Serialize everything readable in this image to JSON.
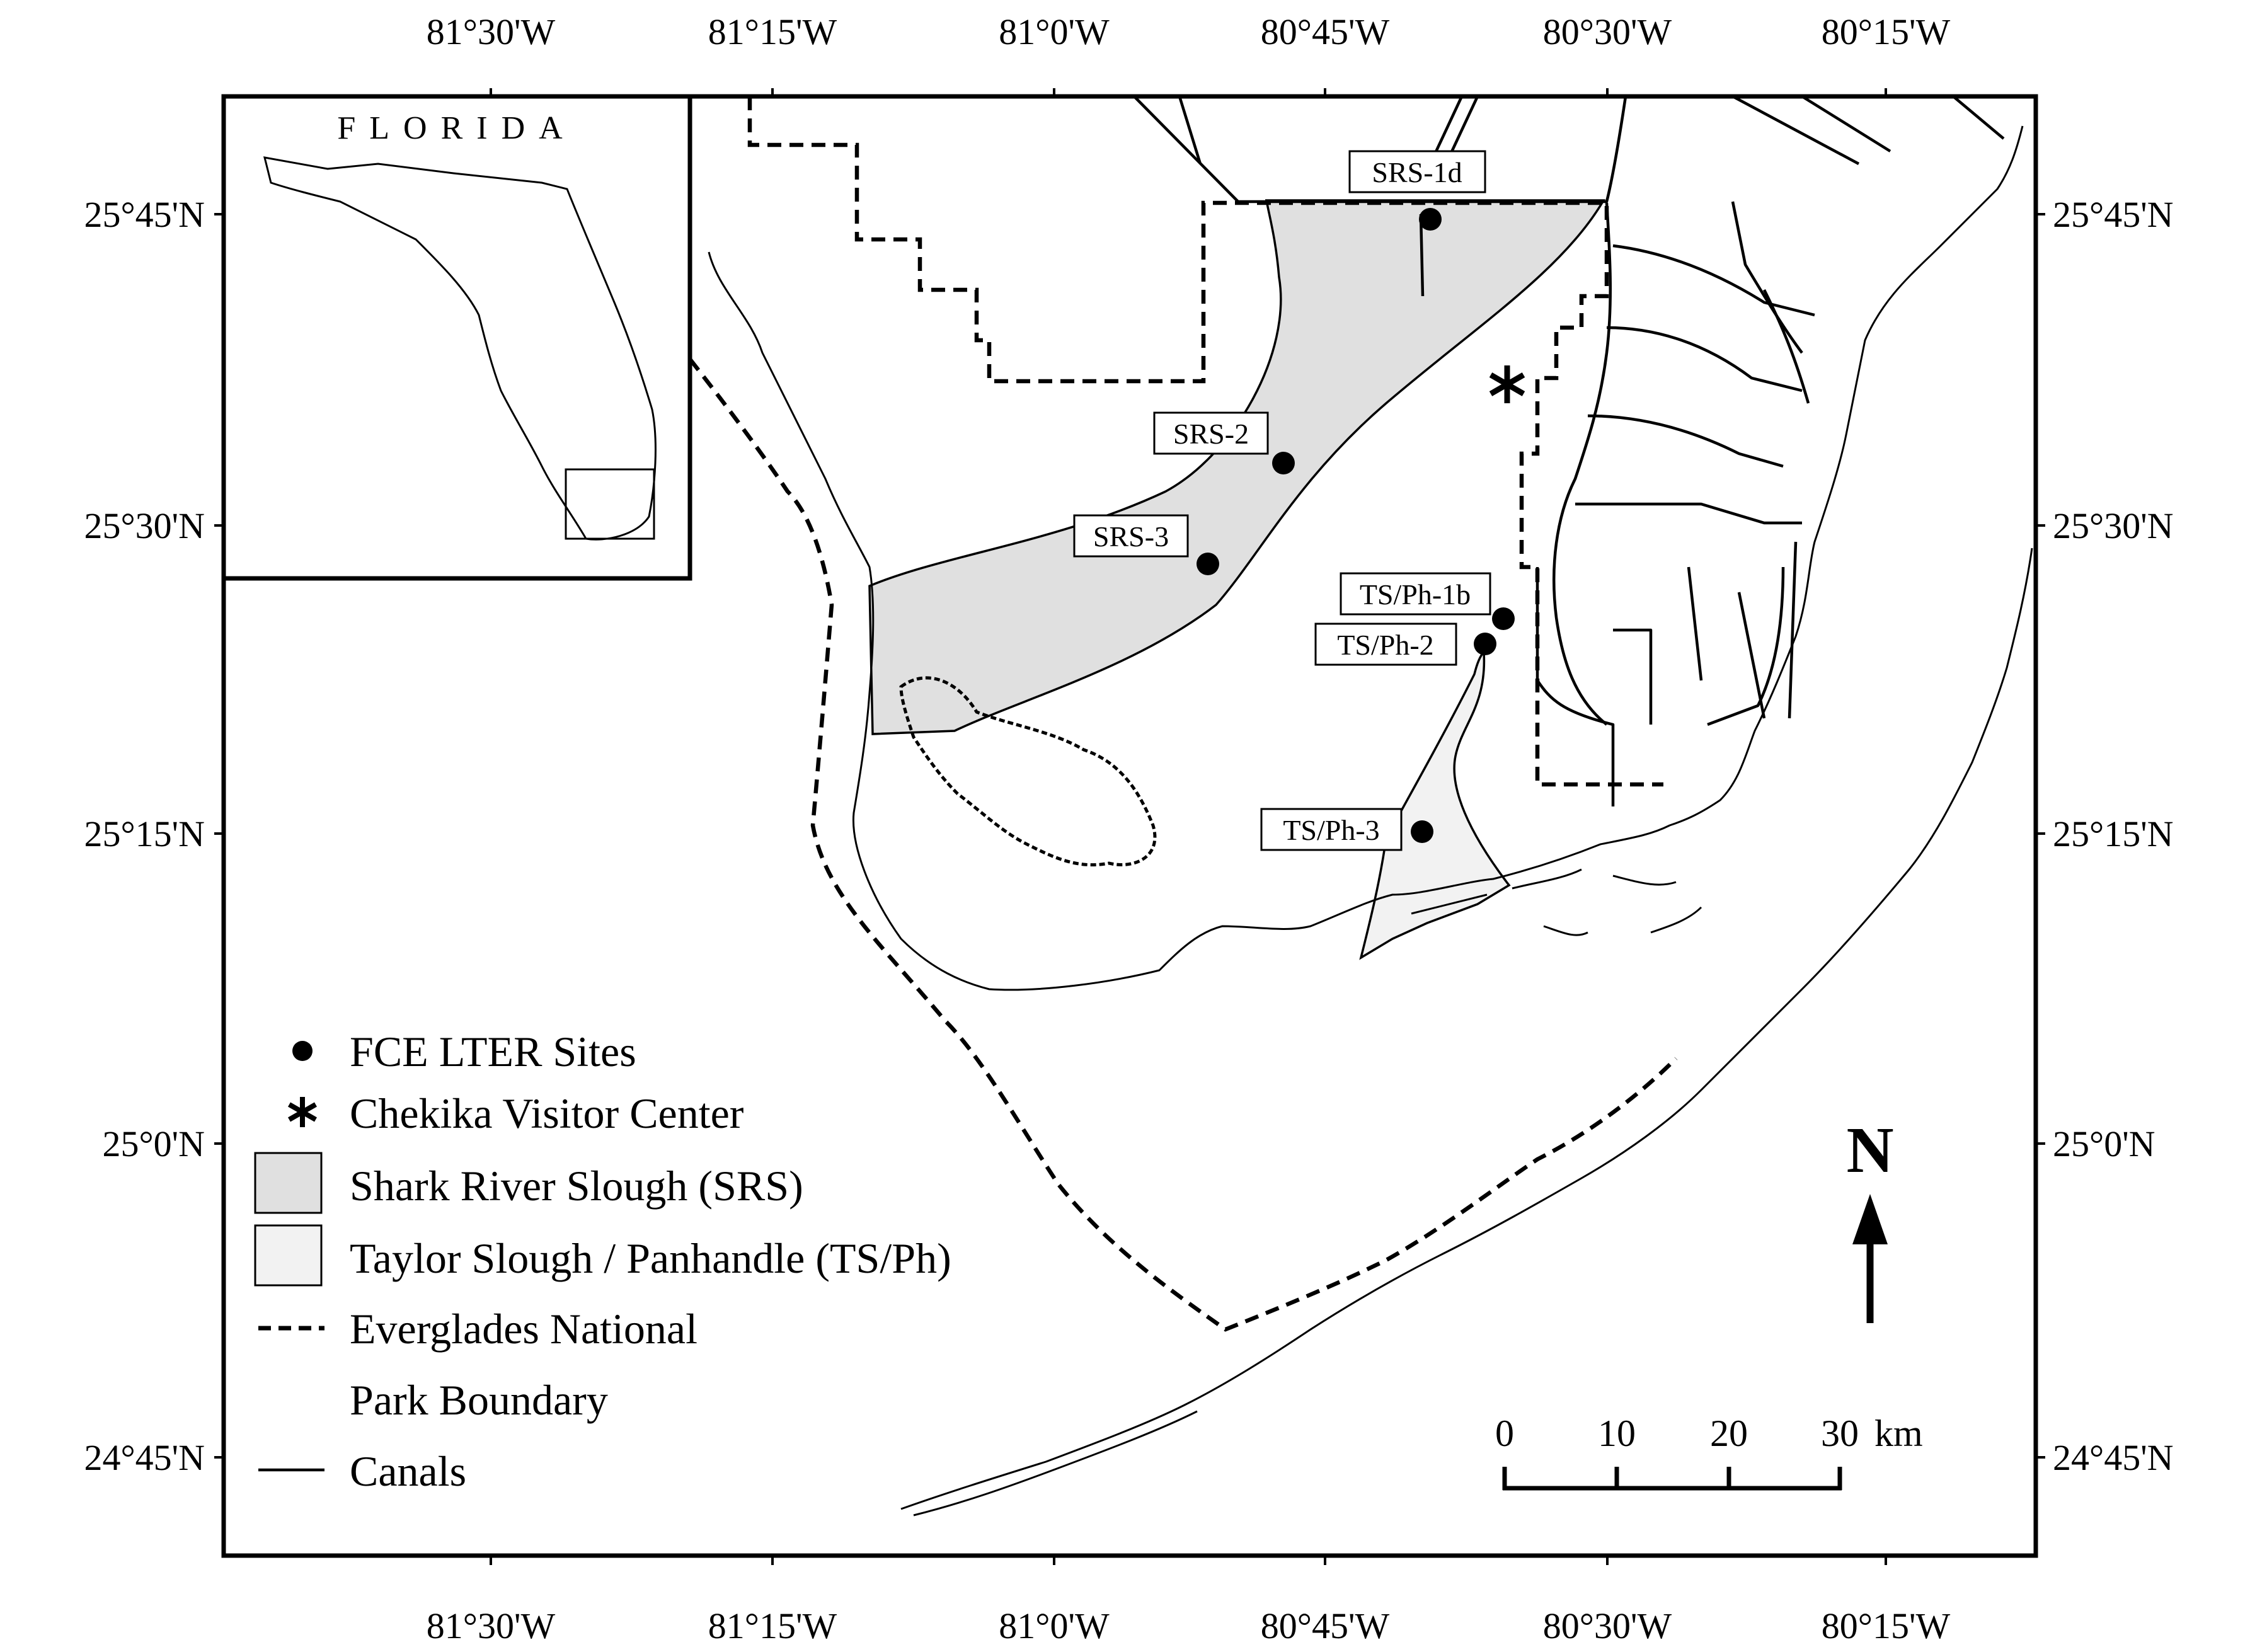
{
  "map": {
    "longitude_ticks": [
      "81°30'W",
      "81°15'W",
      "81°0'W",
      "80°45'W",
      "80°30'W",
      "80°15'W"
    ],
    "latitude_ticks": [
      "25°45'N",
      "25°30'N",
      "25°15'N",
      "25°0'N",
      "24°45'N"
    ],
    "inset_title": "FLORIDA",
    "sites": [
      {
        "id": "SRS-1d",
        "label": "SRS-1d"
      },
      {
        "id": "SRS-2",
        "label": "SRS-2"
      },
      {
        "id": "SRS-3",
        "label": "SRS-3"
      },
      {
        "id": "TS/Ph-1b",
        "label": "TS/Ph-1b"
      },
      {
        "id": "TS/Ph-2",
        "label": "TS/Ph-2"
      },
      {
        "id": "TS/Ph-3",
        "label": "TS/Ph-3"
      }
    ],
    "legend": {
      "sites": "FCE LTER Sites",
      "visitor_center": "Chekika Visitor Center",
      "srs": "Shark River Slough (SRS)",
      "tsph": "Taylor Slough / Panhandle (TS/Ph)",
      "boundary_line1": "Everglades National",
      "boundary_line2": "Park Boundary",
      "canals": "Canals"
    },
    "north_label": "N",
    "scale_ticks": [
      "0",
      "10",
      "20",
      "30"
    ],
    "scale_unit": "km",
    "colors": {
      "srs_fill": "#e0e0e0",
      "tsph_fill": "#f2f2f2",
      "ink": "#000000"
    }
  }
}
